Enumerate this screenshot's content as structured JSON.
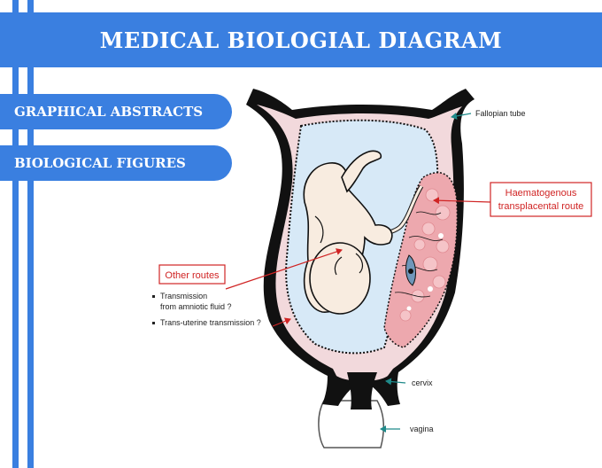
{
  "header": {
    "title": "MEDICAL BIOLOGIAL DIAGRAM"
  },
  "nav": {
    "items": [
      {
        "label": "GRAPHICAL ABSTRACTS"
      },
      {
        "label": "BIOLOGICAL FIGURES"
      }
    ]
  },
  "diagram": {
    "fallopian_tube": "Fallopian tube",
    "haematogenous_line1": "Haematogenous",
    "haematogenous_line2": "transplacental route",
    "other_routes": "Other routes",
    "bullet1_line1": "Transmission",
    "bullet1_line2": "from amniotic fluid ?",
    "bullet2": "Trans-uterine transmission ?",
    "cervix": "cervix",
    "vagina": "vagina"
  },
  "colors": {
    "accent": "#3a7fe0",
    "uterus_wall": "#f2d9dc",
    "amniotic_fluid": "#d7e9f7",
    "fetus": "#f8ece0",
    "placenta": "#eda8ae",
    "callout_red": "#d02424",
    "pointer_teal": "#1f8a8a"
  }
}
